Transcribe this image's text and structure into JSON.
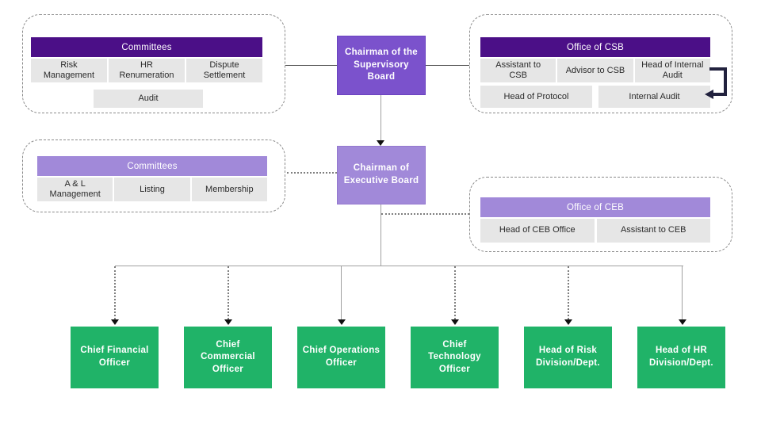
{
  "colors": {
    "dark_purple": "#4B0F87",
    "medium_purple": "#7B52CC",
    "light_purple": "#A189D9",
    "green": "#20B368",
    "cell_gray": "#E6E6E6",
    "arrow_navy": "#22223E",
    "line_gray": "#A0A0A0"
  },
  "nodes": {
    "supervisory_chairman": "Chairman of the Supervisory Board",
    "executive_chairman": "Chairman of Executive Board"
  },
  "groups": {
    "sb_committees": {
      "title": "Committees",
      "cells": [
        "Risk Management",
        "HR Renumeration",
        "Dispute Settlement"
      ],
      "cells2": [
        "Audit"
      ]
    },
    "csb_office": {
      "title": "Office of CSB",
      "cells": [
        "Assistant to CSB",
        "Advisor to CSB",
        "Head of Internal Audit"
      ],
      "cells2": [
        "Head of Protocol",
        "Internal Audit"
      ]
    },
    "eb_committees": {
      "title": "Committees",
      "cells": [
        "A & L Management",
        "Listing",
        "Membership"
      ]
    },
    "ceb_office": {
      "title": "Office of CEB",
      "cells": [
        "Head of CEB Office",
        "Assistant to CEB"
      ]
    }
  },
  "executives": [
    "Chief Financial Officer",
    "Chief Commercial Officer",
    "Chief Operations Officer",
    "Chief Technology Officer",
    "Head of Risk Division/Dept.",
    "Head of HR Division/Dept."
  ]
}
